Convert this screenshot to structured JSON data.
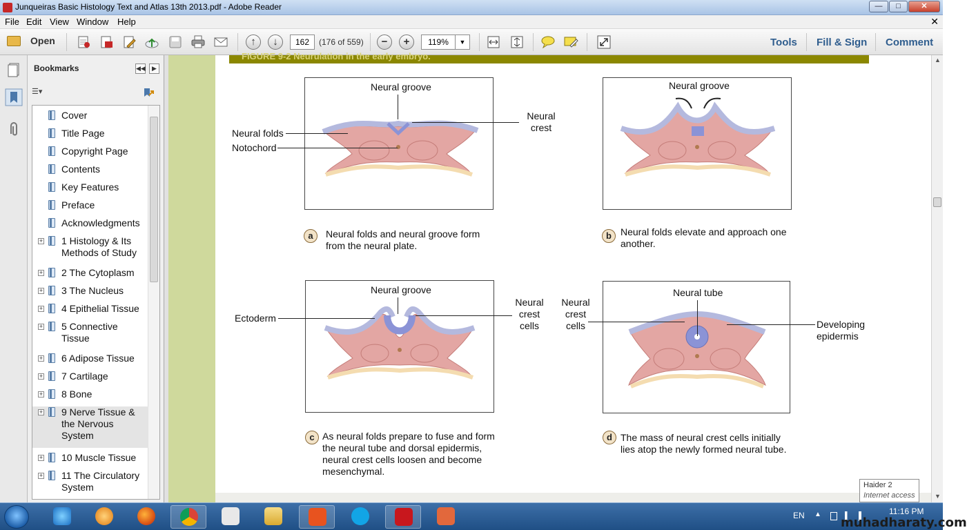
{
  "window": {
    "title": "Junqueiras Basic Histology Text and Atlas 13th 2013.pdf - Adobe Reader",
    "btn_min": "—",
    "btn_max": "□",
    "btn_close": "✕"
  },
  "menu": {
    "items": [
      "File",
      "Edit",
      "View",
      "Window",
      "Help"
    ],
    "close": "✕"
  },
  "toolbar": {
    "open_label": "Open",
    "page_value": "162",
    "page_of": "(176 of 559)",
    "zoom_value": "119%",
    "tools": "Tools",
    "fill_sign": "Fill & Sign",
    "comment": "Comment"
  },
  "bookmarks": {
    "heading": "Bookmarks",
    "items": [
      {
        "label": "Cover",
        "expandable": false
      },
      {
        "label": "Title Page",
        "expandable": false
      },
      {
        "label": "Copyright Page",
        "expandable": false
      },
      {
        "label": "Contents",
        "expandable": false
      },
      {
        "label": "Key Features",
        "expandable": false
      },
      {
        "label": "Preface",
        "expandable": false
      },
      {
        "label": "Acknowledgments",
        "expandable": false
      },
      {
        "label": "1 Histology & Its Methods of Study",
        "expandable": true
      },
      {
        "label": "2 The Cytoplasm",
        "expandable": true
      },
      {
        "label": "3 The Nucleus",
        "expandable": true
      },
      {
        "label": "4 Epithelial Tissue",
        "expandable": true
      },
      {
        "label": "5 Connective Tissue",
        "expandable": true
      },
      {
        "label": "6 Adipose Tissue",
        "expandable": true
      },
      {
        "label": "7 Cartilage",
        "expandable": true
      },
      {
        "label": "8 Bone",
        "expandable": true
      },
      {
        "label": "9 Nerve Tissue & the Nervous System",
        "expandable": true,
        "selected": true
      },
      {
        "label": "10 Muscle Tissue",
        "expandable": true
      },
      {
        "label": "11 The Circulatory System",
        "expandable": true
      }
    ]
  },
  "figure": {
    "header": "FIGURE 9-2 Neurulation in the early embryo.",
    "panel_a": {
      "groove": "Neural groove",
      "folds": "Neural folds",
      "notochord": "Notochord",
      "crest": "Neural crest",
      "letter": "a",
      "caption": "Neural folds and neural groove form from the neural plate."
    },
    "panel_b": {
      "groove": "Neural groove",
      "letter": "b",
      "caption": "Neural folds elevate and approach one another."
    },
    "panel_c": {
      "groove": "Neural groove",
      "ectoderm": "Ectoderm",
      "crest_cells": "Neural crest cells",
      "letter": "c",
      "caption": "As neural folds prepare to fuse and form the neural tube and dorsal epidermis, neural crest cells loosen and become mesenchymal."
    },
    "panel_d": {
      "tube": "Neural tube",
      "crest_cells": "Neural crest cells",
      "epidermis": "Developing epidermis",
      "letter": "d",
      "caption": "The mass of neural crest cells initially lies atop the newly formed neural tube."
    }
  },
  "tooltip": {
    "name": "Haider  2",
    "status": "Internet access"
  },
  "taskbar": {
    "lang": "EN",
    "time": "11:16 PM"
  },
  "watermark": "muhadharaty.com"
}
